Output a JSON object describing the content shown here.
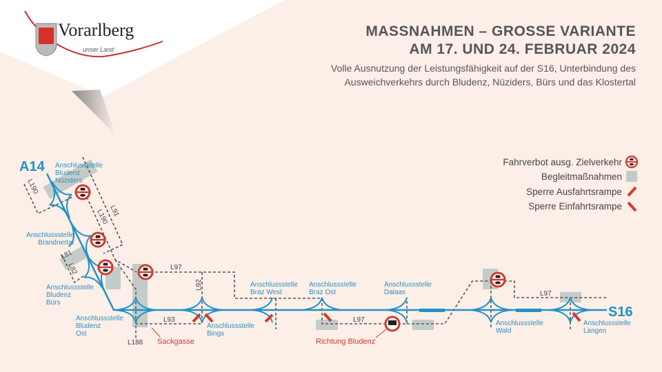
{
  "logo": {
    "name": "Vorarlberg",
    "tagline": "unser Land"
  },
  "header": {
    "title_line1": "MASSNAHMEN – GROSSE VARIANTE",
    "title_line2": "AM 17. UND 24. FEBRUAR 2024",
    "subtitle_line1": "Volle Ausnutzung der Leistungsfähigkeit auf der S16, Unterbindung des",
    "subtitle_line2": "Ausweichverkehrs durch Bludenz, Nüziders, Bürs und das Klostertal"
  },
  "legend": {
    "items": [
      {
        "label": "Fahrverbot ausg. Zielverkehr",
        "icon": "no-driving-icon"
      },
      {
        "label": "Begleitmaßnahmen",
        "icon": "gray-box"
      },
      {
        "label": "Sperre Ausfahrtsrampe",
        "icon": "exit-ramp-closure"
      },
      {
        "label": "Sperre Einfahrtsrampe",
        "icon": "entry-ramp-closure"
      }
    ]
  },
  "highways": {
    "a14": "A14",
    "s16": "S16"
  },
  "junctions": {
    "nueziders": [
      "Anschlussstelle",
      "Bludenz",
      "Nüziders"
    ],
    "brandnertal": [
      "Anschlussstelle",
      "Brandnertal"
    ],
    "buers": [
      "Anschlussstelle",
      "Bludenz",
      "Bürs"
    ],
    "ost": [
      "Anschlussstelle",
      "Bludenz",
      "Ost"
    ],
    "bings": [
      "Anschlussstelle",
      "Bings"
    ],
    "braz_west": [
      "Anschlussstelle",
      "Braz West"
    ],
    "braz_ost": [
      "Anschlussstelle",
      "Braz Ost"
    ],
    "dalaas": [
      "Anschlussstelle",
      "Dalaas"
    ],
    "wald": [
      "Anschlussstelle",
      "Wald"
    ],
    "langen": [
      "Anschlussstelle",
      "Langen"
    ]
  },
  "roads": {
    "l190a": "L190",
    "l91": "L91",
    "l190b": "L190",
    "l81": "L81",
    "l82": "L82",
    "l97a": "L97",
    "l92": "L92",
    "l93": "L93",
    "l188": "L188",
    "l97b": "L97",
    "l97c": "L97"
  },
  "notes": {
    "sackgasse": "Sackgasse",
    "richtung": "Richtung Bludenz"
  },
  "colors": {
    "highway": "#1f92c8",
    "red": "#d23a2f",
    "box": "#b9c6c2"
  }
}
